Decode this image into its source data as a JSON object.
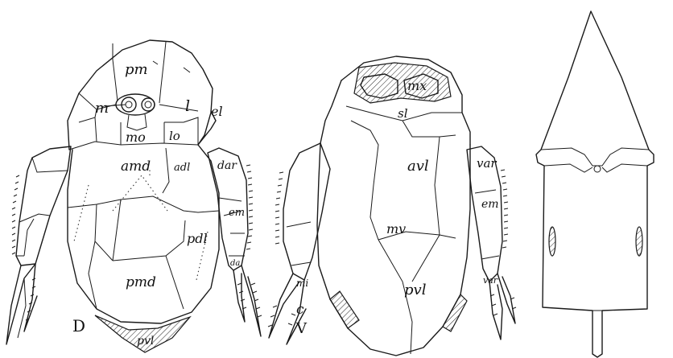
{
  "figure": {
    "dorsal": {
      "view_letter": "D",
      "labels": {
        "pm": "pm",
        "m": "m",
        "l": "l",
        "el": "el",
        "mo": "mo",
        "lo": "lo",
        "amd": "amd",
        "adl": "adl",
        "dar": "dar",
        "em": "em",
        "pdl": "pdl",
        "pmd": "pmd",
        "pvl": "pvl",
        "da": "da"
      }
    },
    "ventral": {
      "view_letter": "V",
      "labels": {
        "mx": "mx",
        "sl": "sl",
        "avl": "avl",
        "var": "var",
        "em": "em",
        "mv": "mv",
        "pvl": "pvl",
        "mi": "mi",
        "c": "c",
        "var2": "var"
      }
    }
  }
}
